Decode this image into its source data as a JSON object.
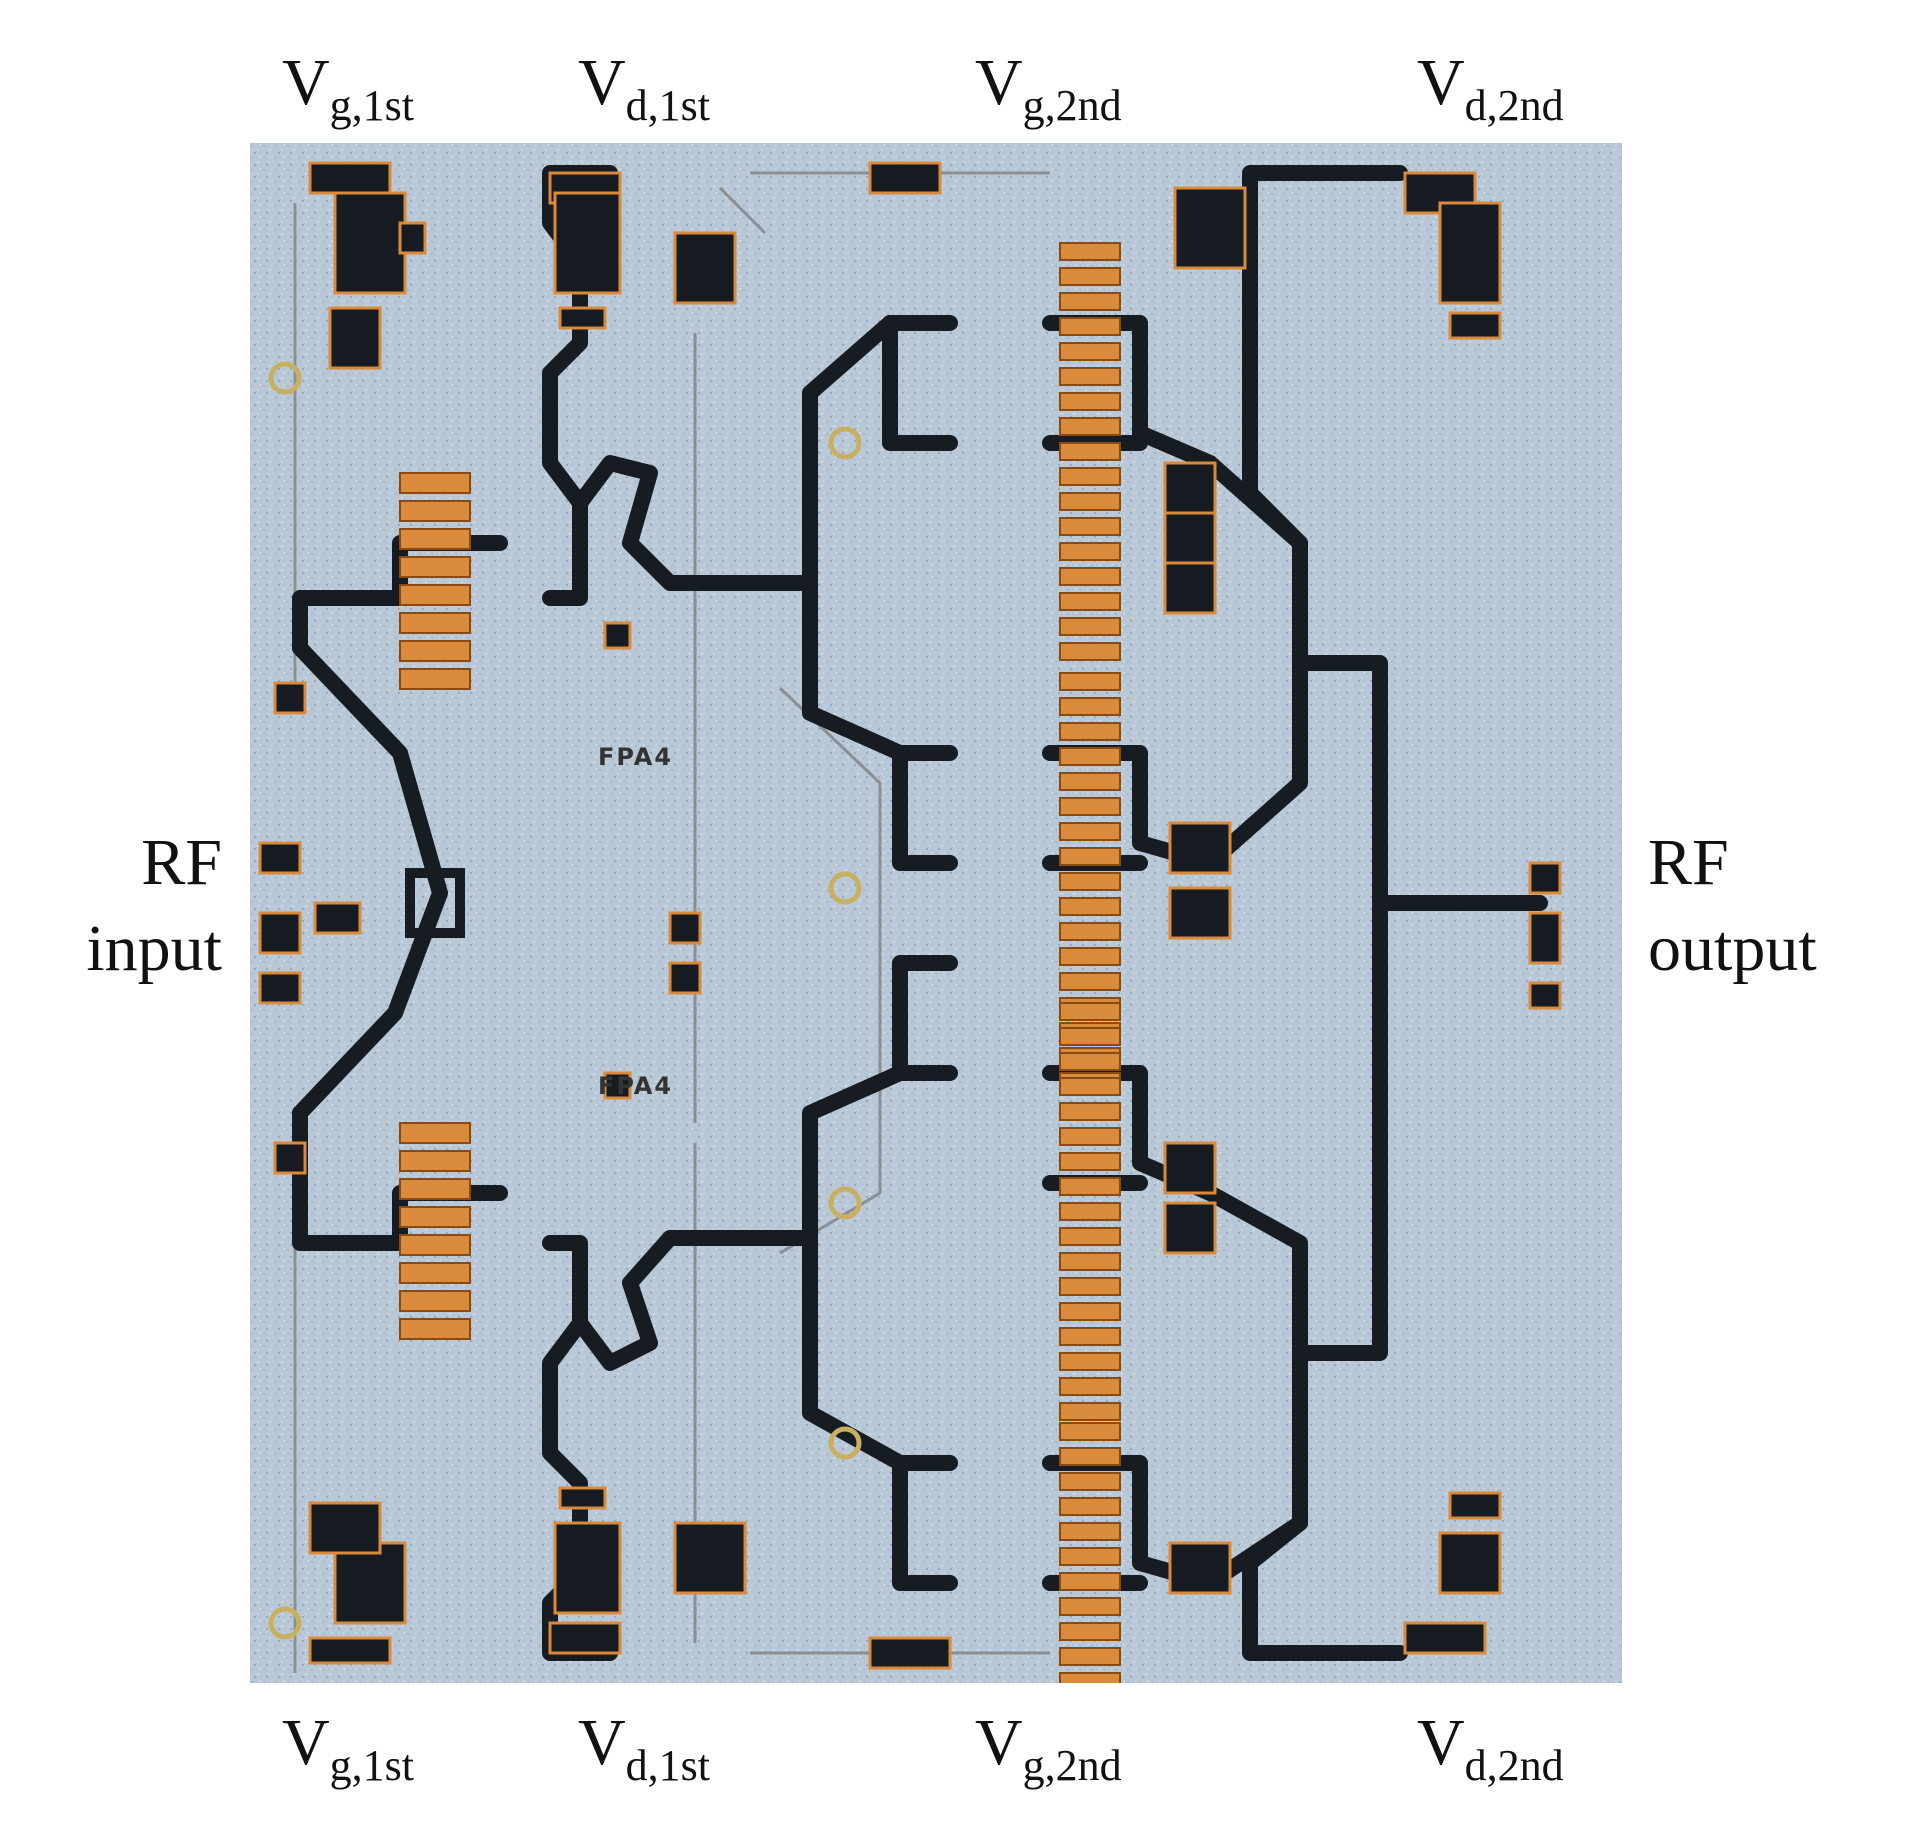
{
  "labels": {
    "top": [
      {
        "main": "V",
        "sub": "g,1st"
      },
      {
        "main": "V",
        "sub": "d,1st"
      },
      {
        "main": "V",
        "sub": "g,2nd"
      },
      {
        "main": "V",
        "sub": "d,2nd"
      }
    ],
    "bottom": [
      {
        "main": "V",
        "sub": "g,1st"
      },
      {
        "main": "V",
        "sub": "d,1st"
      },
      {
        "main": "V",
        "sub": "g,2nd"
      },
      {
        "main": "V",
        "sub": "d,2nd"
      }
    ],
    "left": {
      "line1": "RF",
      "line2": "input"
    },
    "right": {
      "line1": "RF",
      "line2": "output"
    }
  },
  "chip": {
    "marking_upper": "FPA4",
    "marking_lower": "FPA4"
  },
  "colors": {
    "substrate": "#b7c7d6",
    "metal": "#171b22",
    "gold": "#d98a3a",
    "gold_edge": "#8a4b12",
    "thin_line": "#8b8f94"
  }
}
